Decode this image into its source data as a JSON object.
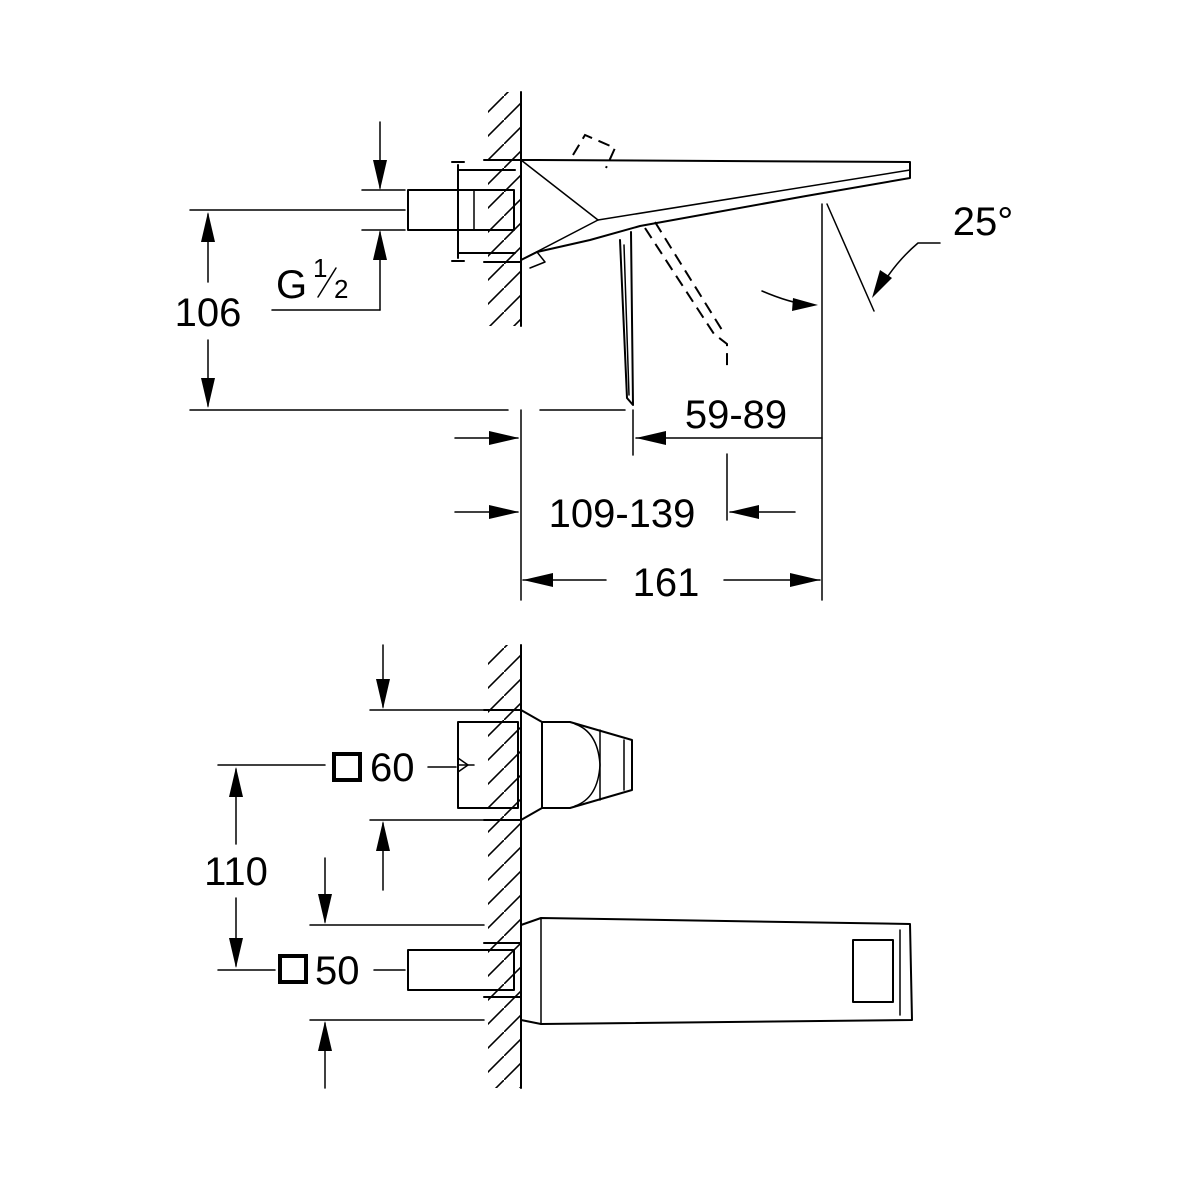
{
  "side_view": {
    "thread": {
      "letter": "G",
      "fraction_top": "1",
      "fraction_bottom": "2"
    },
    "height": "106",
    "angle": "25°",
    "spout_reach": "59-89",
    "wall_depth": "109-139",
    "total_length": "161"
  },
  "top_view": {
    "handle_plate_symbol": "square",
    "handle_plate": "60",
    "spacing": "110",
    "spout_plate_symbol": "square",
    "spout_plate": "50"
  }
}
